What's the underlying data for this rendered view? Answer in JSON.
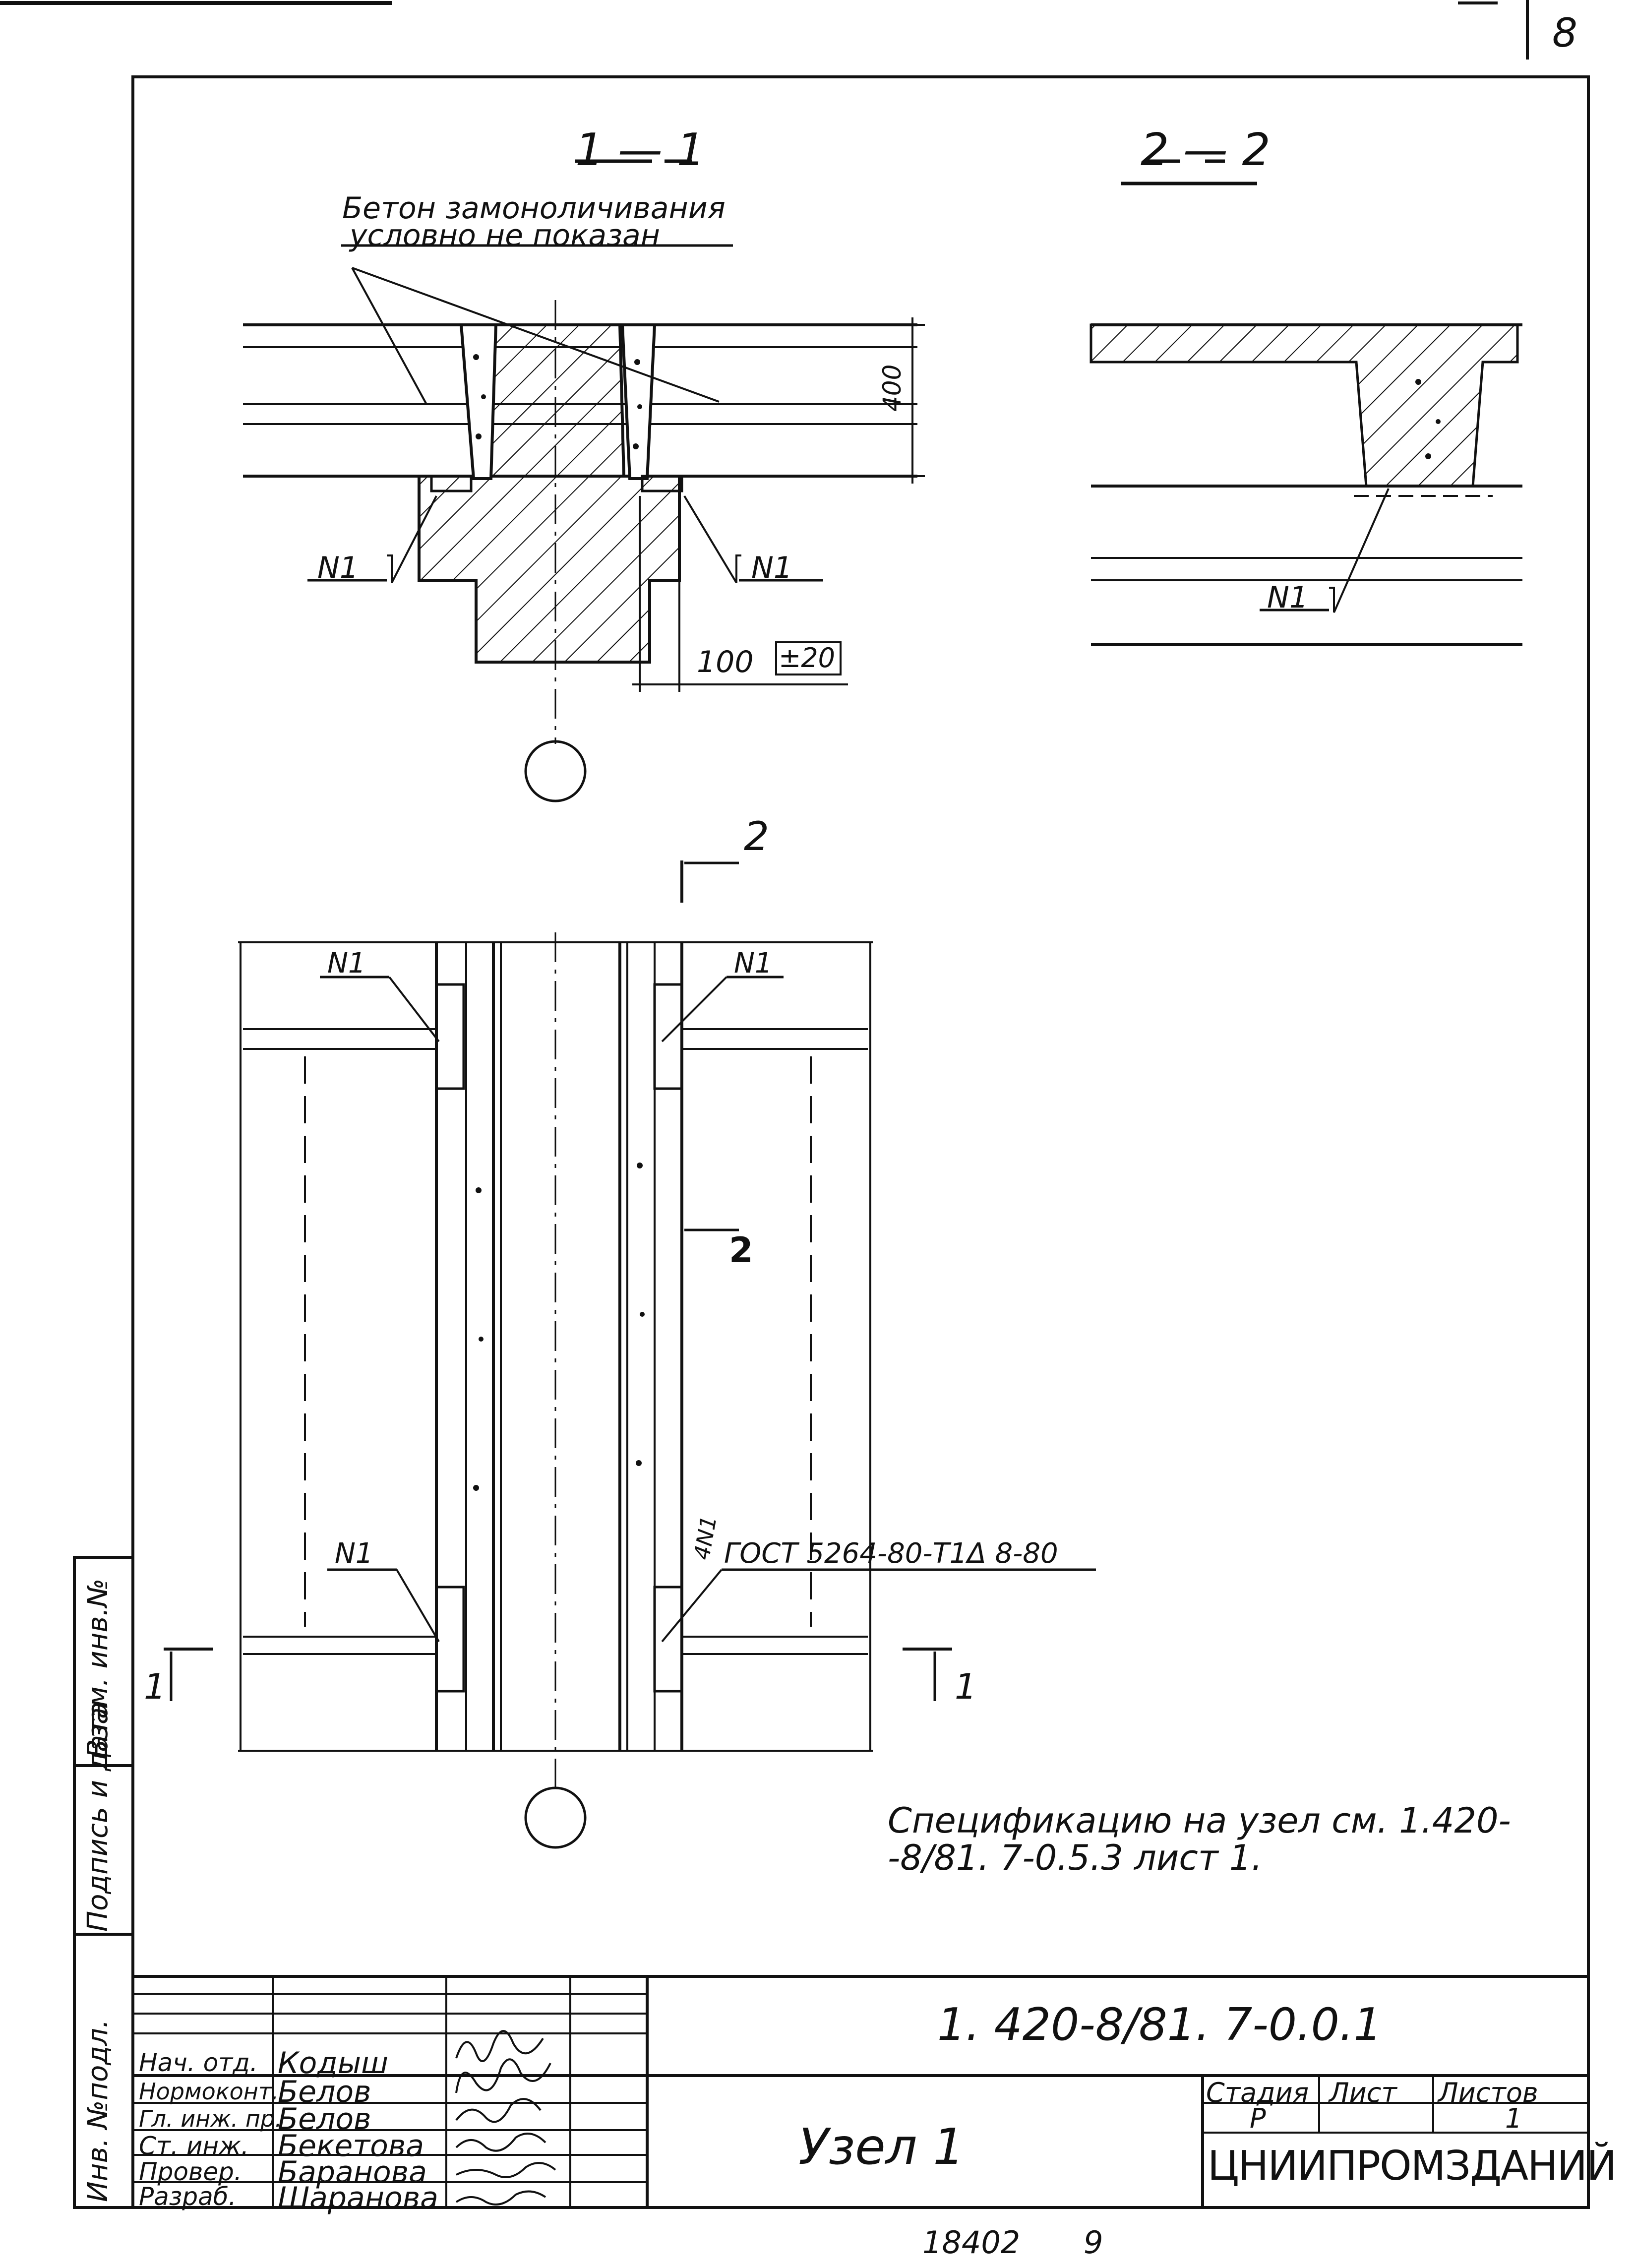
{
  "sheet_number": "8",
  "section_1_1": {
    "title": "1 — 1",
    "note_line1": "Бетон замоноличивания",
    "note_line2": "условно не показан",
    "dim_height": "400",
    "dim_width": "100",
    "tolerance": "±20",
    "weld_left": "N1",
    "weld_right": "N1"
  },
  "section_2_2": {
    "title": "2 — 2",
    "weld": "N1"
  },
  "plan": {
    "cut_mark_2": "2",
    "cut_mark_2_side": "2",
    "cut_mark_1_left": "1",
    "cut_mark_1_right": "1",
    "weld_top_left": "N1",
    "weld_top_right": "N1",
    "weld_bottom_left": "N1",
    "weld_bottom_right_label": "4N1",
    "weld_standard": "ГОСТ 5264-80-Т1Δ 8-80"
  },
  "spec_note_line1": "Спецификацию на узел см. 1.420-",
  "spec_note_line2": "-8/81. 7-0.5.3 лист 1.",
  "side_stamp": {
    "label1": "Взам. инв.№",
    "label2": "Подпись и дата",
    "label3": "Инв. №подл."
  },
  "title_block": {
    "doc_code": "1. 420-8/81. 7-0.0.1",
    "node_name": "Узел 1",
    "stage_header": "Стадия",
    "sheet_header": "Лист",
    "sheets_header": "Листов",
    "stage_value": "Р",
    "sheets_value": "1",
    "organization": "ЦНИИПРОМЗДАНИЙ",
    "roles": [
      {
        "role": "Нач. отд.",
        "name": "Кодыш"
      },
      {
        "role": "Нормоконт.",
        "name": "Белов"
      },
      {
        "role": "Гл. инж. пр.",
        "name": "Белов"
      },
      {
        "role": "Ст. инж.",
        "name": "Бекетова"
      },
      {
        "role": "Провер.",
        "name": "Баранова"
      },
      {
        "role": "Разраб.",
        "name": "Шаранова"
      }
    ]
  },
  "footer_number": "18402",
  "footer_number2": "9"
}
